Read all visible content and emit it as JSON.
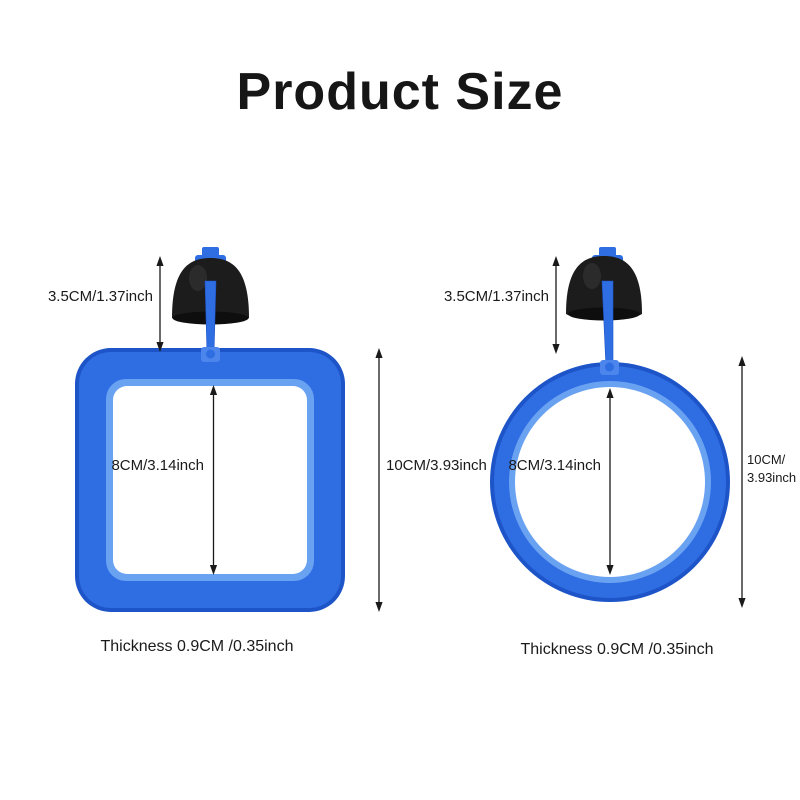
{
  "title": "Product Size",
  "colors": {
    "ring_blue": "#2f6de2",
    "ring_blue_dark": "#1d55c8",
    "ring_blue_light": "#6aa2f2",
    "suction_black": "#1c1c1c",
    "text": "#1a1a1a"
  },
  "square_ring": {
    "shape": "square feeding ring with suction cup",
    "suction_height": "3.5CM/1.37inch",
    "inner_size": "8CM/3.14inch",
    "outer_size": "10CM/3.93inch",
    "thickness": "Thickness 0.9CM /0.35inch"
  },
  "round_ring": {
    "shape": "round feeding ring with suction cup",
    "suction_height": "3.5CM/1.37inch",
    "inner_size": "8CM/3.14inch",
    "outer_size_line1": "10CM/",
    "outer_size_line2": "3.93inch",
    "thickness": "Thickness 0.9CM /0.35inch"
  }
}
